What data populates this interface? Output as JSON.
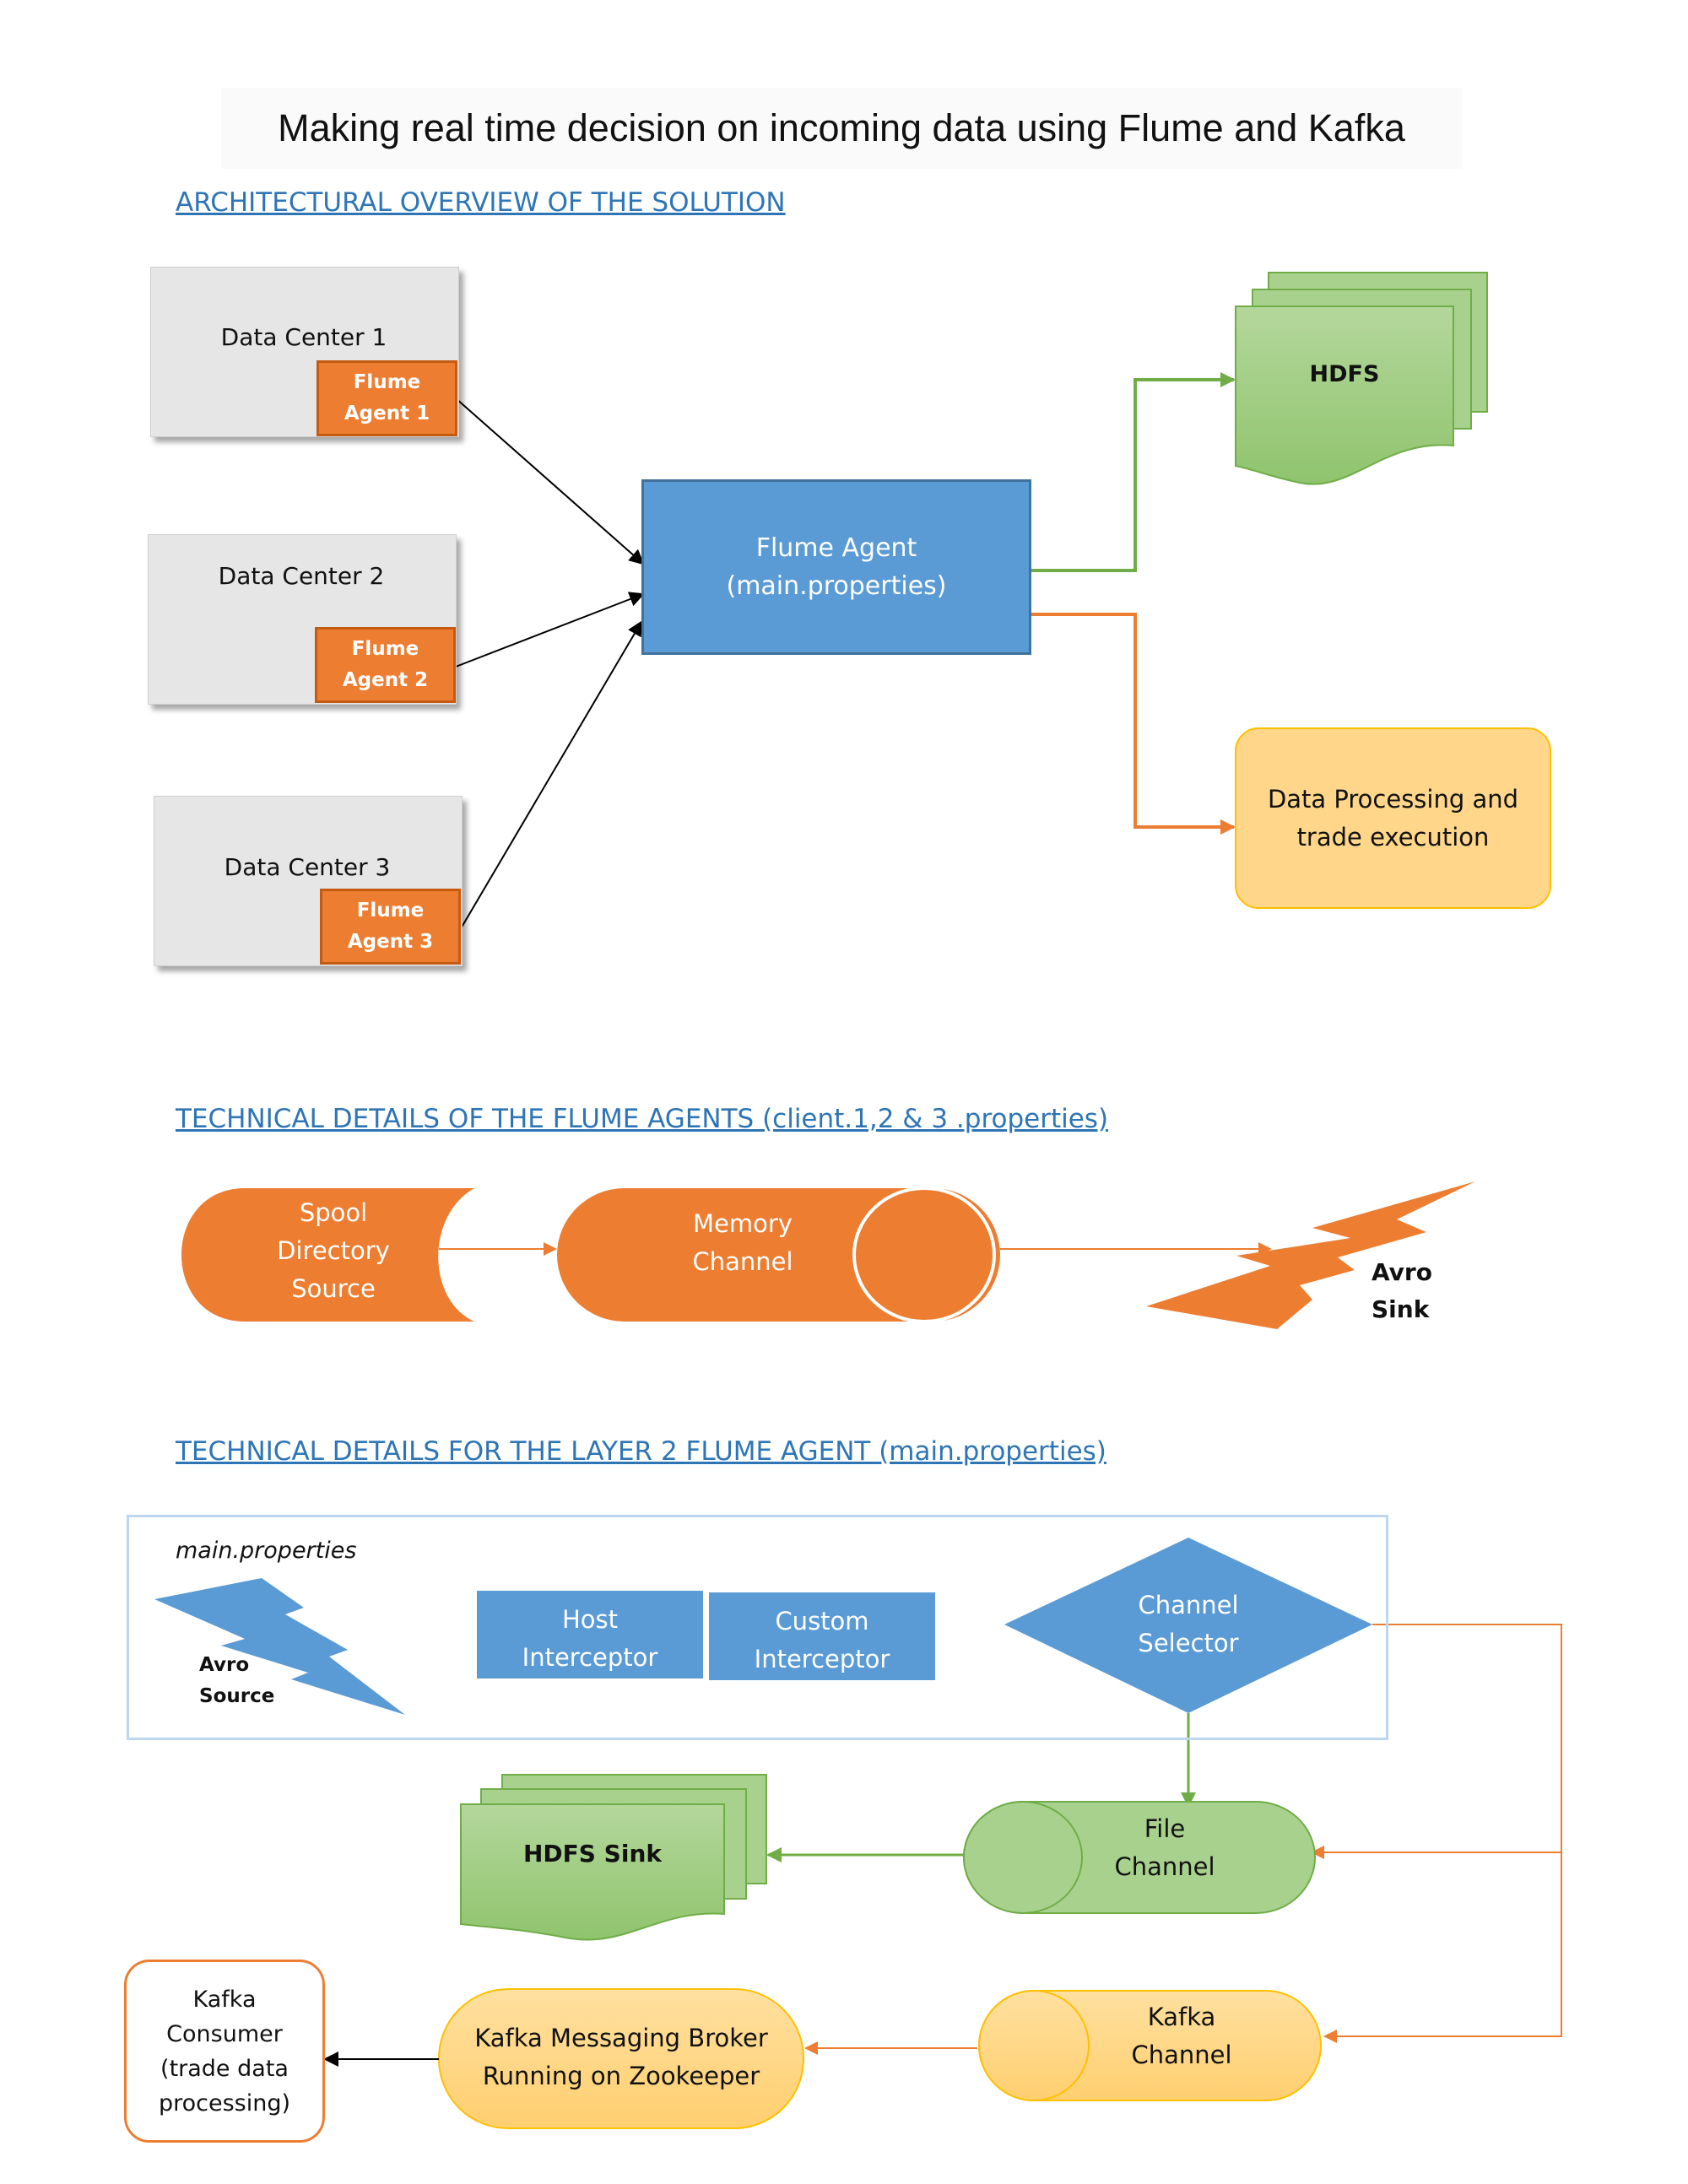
{
  "title": "Making real time decision on incoming data using Flume and Kafka",
  "sections": {
    "architecture": "ARCHITECTURAL OVERVIEW OF THE SOLUTION",
    "client_agents": "TECHNICAL DETAILS OF THE FLUME AGENTS (client.1,2 & 3 .properties)",
    "layer2_agent": "TECHNICAL DETAILS FOR THE LAYER 2 FLUME AGENT (main.properties)"
  },
  "architecture": {
    "data_centers": [
      {
        "label": "Data Center 1",
        "agent_line1": "Flume",
        "agent_line2": "Agent 1"
      },
      {
        "label": "Data Center 2",
        "agent_line1": "Flume",
        "agent_line2": "Agent 2"
      },
      {
        "label": "Data Center 3",
        "agent_line1": "Flume",
        "agent_line2": "Agent 3"
      }
    ],
    "main_agent_line1": "Flume Agent",
    "main_agent_line2": "(main.properties)",
    "hdfs": "HDFS",
    "processing_line1": "Data Processing and",
    "processing_line2": "trade execution"
  },
  "client_agent": {
    "source_line1": "Spool",
    "source_line2": "Directory",
    "source_line3": "Source",
    "channel_line1": "Memory",
    "channel_line2": "Channel",
    "sink_line1": "Avro",
    "sink_line2": "Sink"
  },
  "layer2": {
    "config_label": "main.properties",
    "source_line1": "Avro",
    "source_line2": "Source",
    "host_interceptor_line1": "Host",
    "host_interceptor_line2": "Interceptor",
    "custom_interceptor_line1": "Custom",
    "custom_interceptor_line2": "Interceptor",
    "selector_line1": "Channel",
    "selector_line2": "Selector",
    "file_channel_line1": "File",
    "file_channel_line2": "Channel",
    "hdfs_sink": "HDFS Sink",
    "kafka_channel_line1": "Kafka",
    "kafka_channel_line2": "Channel",
    "broker_line1": "Kafka Messaging Broker",
    "broker_line2": "Running on Zookeeper",
    "consumer_line1": "Kafka",
    "consumer_line2": "Consumer",
    "consumer_line3": "(trade data",
    "consumer_line4": "processing)"
  },
  "colors": {
    "orange": "#ed7d31",
    "blue": "#5b9bd5",
    "green": "#70ad47",
    "green_fill": "#a9d18e",
    "yellow": "#ffd68a",
    "heading_blue": "#2e75b6"
  }
}
